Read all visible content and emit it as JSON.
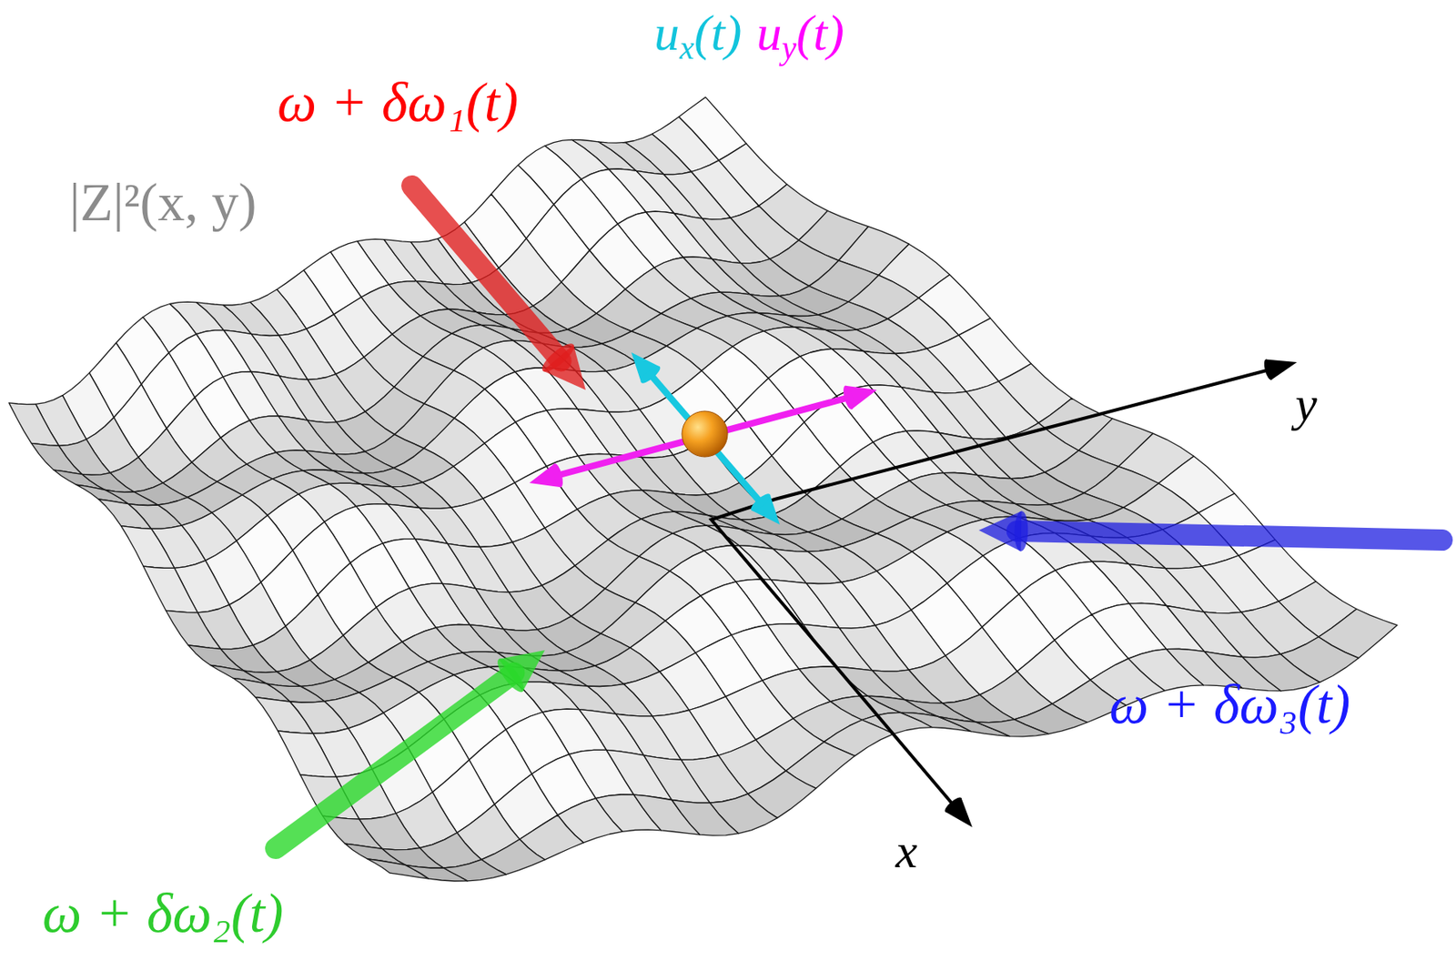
{
  "diagram": {
    "labels": [
      "u",
      "x",
      "(t)",
      "u",
      "y",
      "(t)",
      "ω + δω₁(t)",
      "|Z|²(x, y)",
      "y",
      "ω + δω₃(t)",
      "x",
      "ω + δω₂(t)"
    ]
  }
}
